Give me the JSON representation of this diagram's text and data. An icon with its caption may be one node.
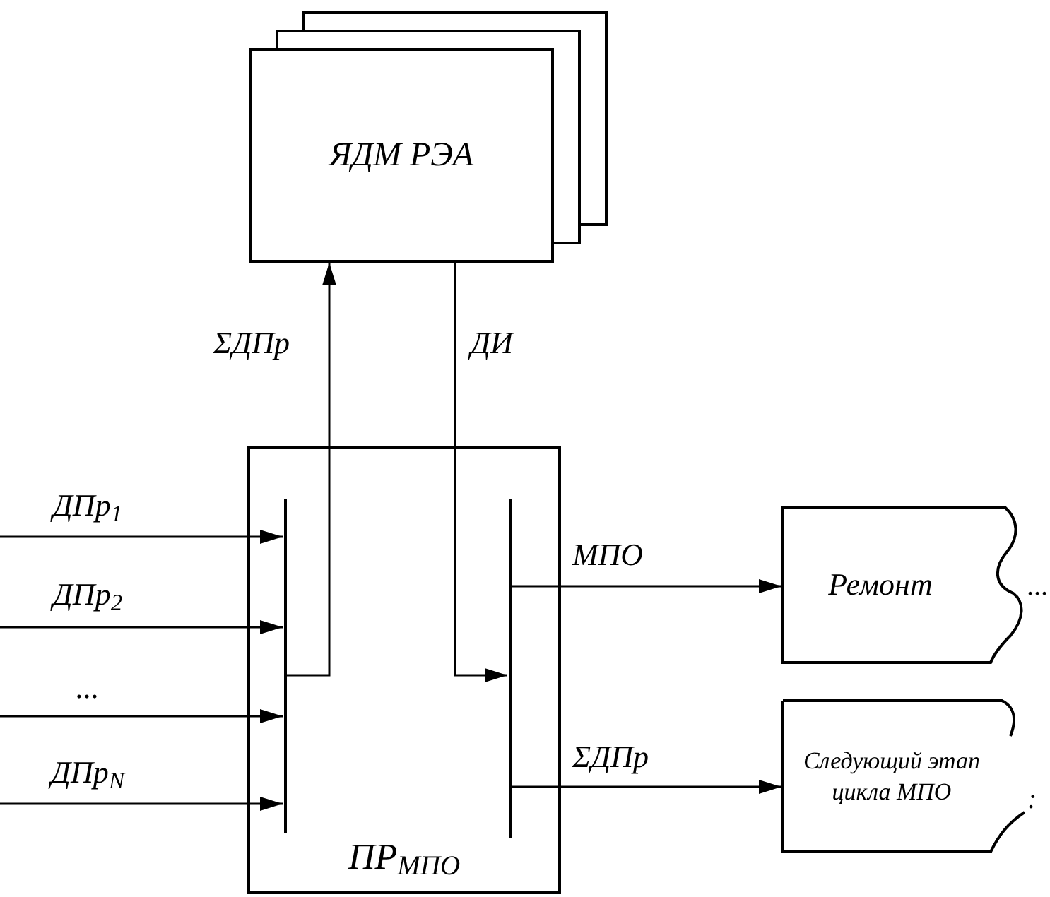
{
  "diagram": {
    "nodes": [
      {
        "text": [
          "ЯДМ РЭА"
        ]
      },
      {
        "text": [
          "ПР$_{МПО}$"
        ]
      },
      {
        "text": [],
        "shape": "bar",
        "in": 1
      },
      {
        "text": [],
        "shape": "bar",
        "in": 1
      },
      {
        "text": [
          "Ремонт"
        ],
        "beside": [
          "..."
        ]
      },
      {
        "text": [
          "Следующий этап цикла МПО"
        ],
        "beside": [
          ":"
        ]
      }
    ],
    "edges": [
      {
        "from": null,
        "to": 2,
        "arrow": "to",
        "label": "ДПр$_{1}$"
      },
      {
        "from": null,
        "to": 2,
        "arrow": "to",
        "label": "ДПр$_{2}$"
      },
      {
        "from": null,
        "to": 2,
        "arrow": "to",
        "label": "..."
      },
      {
        "from": null,
        "to": 2,
        "arrow": "to",
        "label": "ДПр$_{N}$"
      },
      {
        "from": 2,
        "to": 0,
        "arrow": "to",
        "label": "ΣДПр"
      },
      {
        "from": 0,
        "to": 3,
        "arrow": "to",
        "label": "ДИ"
      },
      {
        "from": 3,
        "to": 4,
        "arrow": "to",
        "label": "МПО"
      },
      {
        "from": 3,
        "to": 5,
        "arrow": "to",
        "label": "ΣДПр"
      }
    ]
  }
}
